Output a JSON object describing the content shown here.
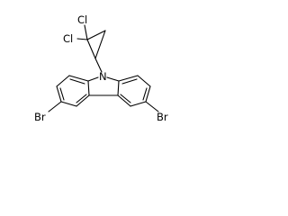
{
  "molecule": {
    "atoms": {
      "cl_1": "Cl",
      "cl_2": "Cl",
      "nitrogen": "N",
      "bromine_left": "Br",
      "bromine_right": "Br"
    }
  }
}
